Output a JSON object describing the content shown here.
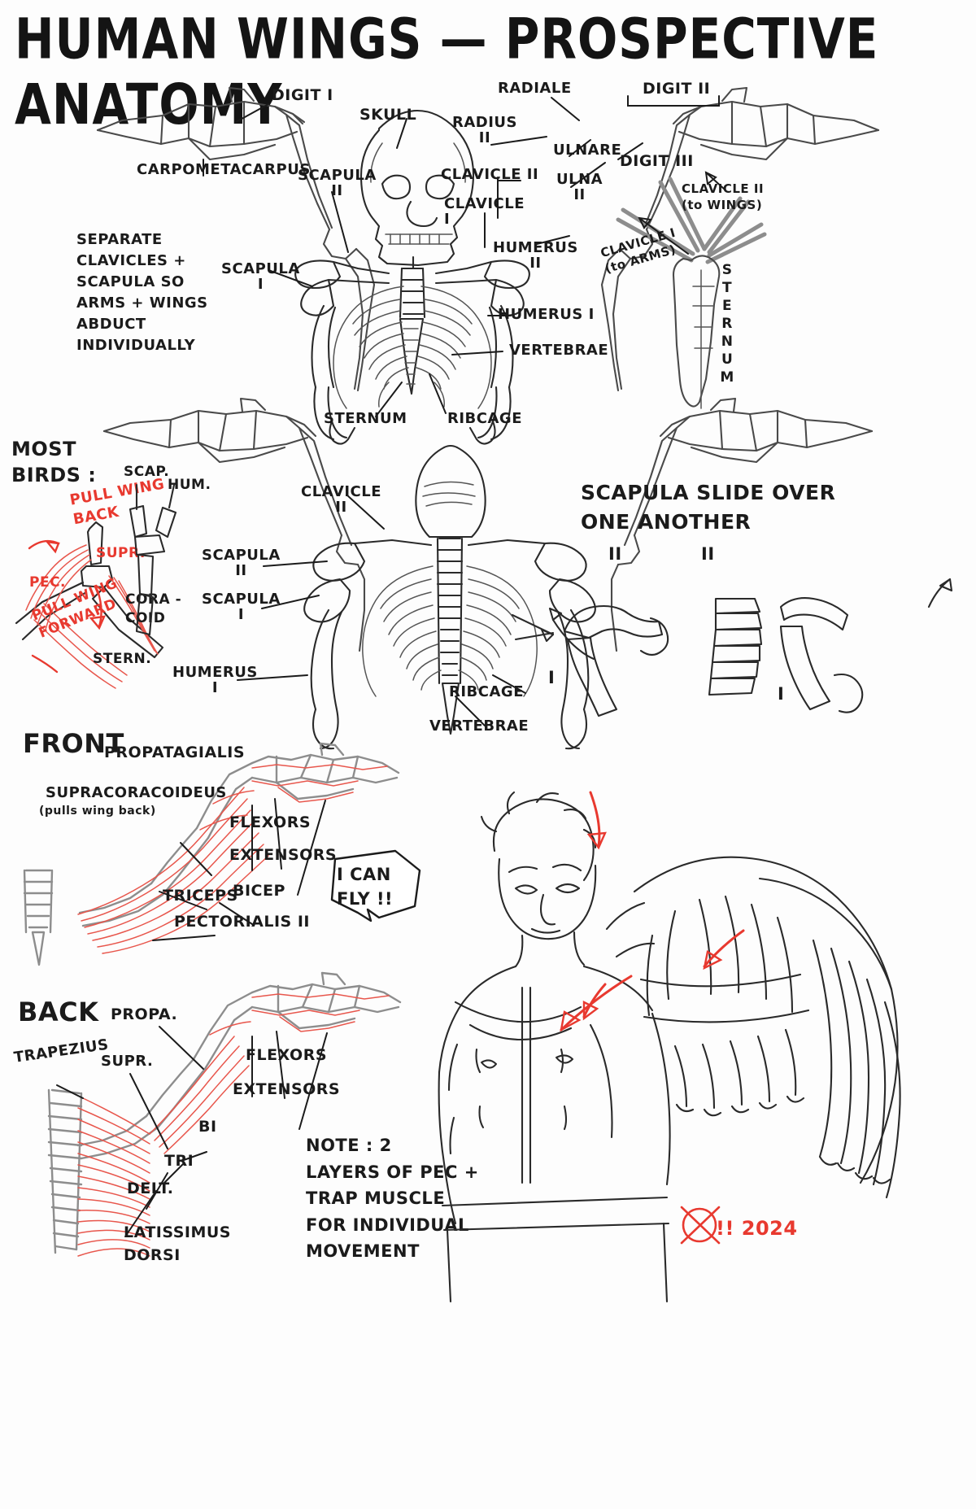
{
  "page": {
    "title": "HUMAN WINGS — PROSPECTIVE ANATOMY",
    "signature": "!! 2024"
  },
  "figure_top": {
    "labels": {
      "digit_i": "DIGIT I",
      "carpometacarpus": "CARPOMETACARPUS",
      "skull": "SKULL",
      "scapula_ii": "SCAPULA\nII",
      "scapula_i": "SCAPULA\nI",
      "radiale": "RADIALE",
      "radius_ii": "RADIUS\nII",
      "digit_ii": "DIGIT II",
      "digit_iii": "DIGIT III",
      "ulnare": "ULNARE",
      "ulna_ii": "ULNA\nII",
      "clavicle_ii": "CLAVICLE II",
      "clavicle_i": "CLAVICLE\nI",
      "humerus_ii": "HUMERUS\nII",
      "humerus_i": "HUMERUS I",
      "vertebrae": "VERTEBRAE",
      "sternum": "STERNUM",
      "ribcage": "RIBCAGE"
    },
    "note": "SEPARATE\nCLAVICLES +\nSCAPULA SO\nARMS + WINGS\nABDUCT\nINDIVIDUALLY"
  },
  "figure_sternum": {
    "clavicle_ii_to_wings": "CLAVICLE II\n(to WINGS)",
    "clavicle_i_to_arms": "CLAVICLE I\n(to ARMS)",
    "sternum_vertical": "STERNUM"
  },
  "figure_birds": {
    "heading": "MOST\nBIRDS :",
    "pull_wing_back": "PULL WING\nBACK",
    "pull_wing_forward": "PULL WING\nFORWARD",
    "supr": "SUPR.",
    "pec": "PEC.",
    "scap": "SCAP.",
    "hum": "HUM.",
    "coracoid": "CORA -\nCOID",
    "stern": "STERN."
  },
  "figure_mid": {
    "clavicle_ii": "CLAVICLE\nII",
    "scapula_ii": "SCAPULA\nII",
    "scapula_i": "SCAPULA\nI",
    "humerus_i": "HUMERUS\nI",
    "ribcage": "RIBCAGE",
    "vertebrae": "VERTEBRAE"
  },
  "figure_scapula_slide": {
    "heading": "SCAPULA SLIDE OVER\nONE ANOTHER",
    "left_ii": "II",
    "left_i": "I",
    "right_ii": "II",
    "right_i": "I"
  },
  "figure_front": {
    "heading": "FRONT",
    "propatagialis": "PROPATAGIALIS",
    "supracoracoideus": "SUPRACORACOIDEUS",
    "supracoracoideus_sub": "(pulls wing back)",
    "flexors": "FLEXORS",
    "extensors": "EXTENSORS",
    "triceps": "TRICEPS",
    "bicep": "BICEP",
    "pectorialis_ii": "PECTORIALIS II"
  },
  "figure_back": {
    "heading": "BACK",
    "propa": "PROPA.",
    "supr": "SUPR.",
    "trapezius": "TRAPEZIUS",
    "flexors": "FLEXORS",
    "extensors": "EXTENSORS",
    "bi": "BI",
    "tri": "TRI",
    "delt": "DELT.",
    "latissimus_dorsi": "LATISSIMUS\nDORSI"
  },
  "speech": {
    "line1": "I CAN",
    "line2": "FLY !!"
  },
  "note_block": {
    "text": "NOTE : 2\nLAYERS OF PEC +\nTRAP MUSCLE\nFOR INDIVIDUAL\nMOVEMENT"
  },
  "colors": {
    "ink": "#1b1b1b",
    "bone": "#4a4a4a",
    "bone_light": "#8d8d8d",
    "muscle_red": "#e8564c",
    "annotation_red": "#e8392f"
  }
}
